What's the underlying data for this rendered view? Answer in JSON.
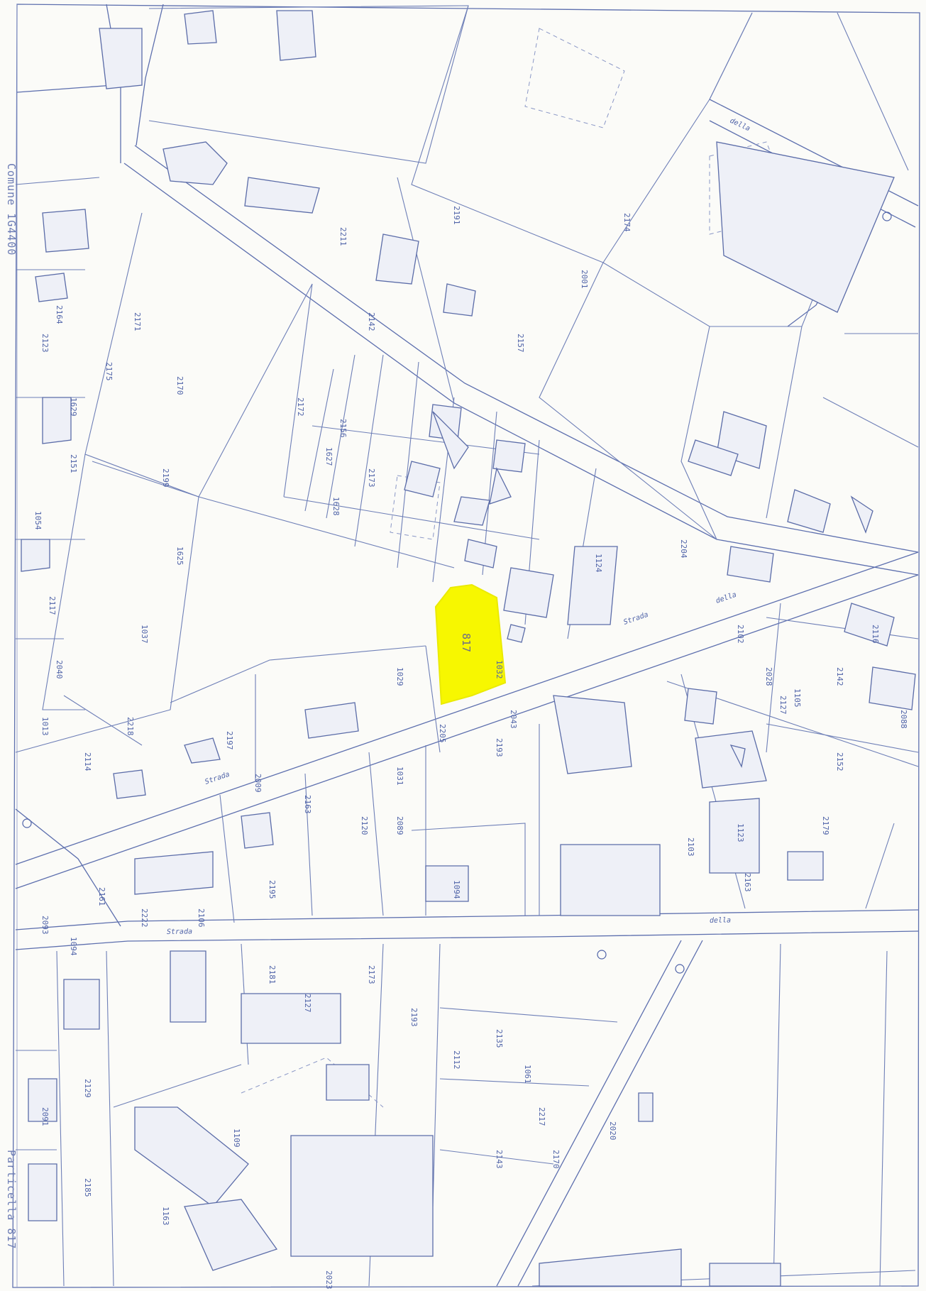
{
  "map": {
    "side_labels": {
      "left_upper": "Comune 1G4400",
      "left_lower": "Particella 817"
    },
    "highlighted_parcel": {
      "label": "817",
      "color": "#f7f700"
    },
    "street_labels": [
      "Strada",
      "Strada",
      "Strada",
      "della",
      "della",
      "della"
    ],
    "parcel_numbers": [
      "2171",
      "2170",
      "2199",
      "1625",
      "1037",
      "2172",
      "2142",
      "2156",
      "1627",
      "1628",
      "2173",
      "2191",
      "2001",
      "2174",
      "2157",
      "2151",
      "1629",
      "2175",
      "2211",
      "2123",
      "2164",
      "1054",
      "2117",
      "2040",
      "1013",
      "2114",
      "2218",
      "2197",
      "2009",
      "2163",
      "2120",
      "2089",
      "1031",
      "1029",
      "2205",
      "2193",
      "2043",
      "1032",
      "1124",
      "2204",
      "2102",
      "2028",
      "1105",
      "2142",
      "2116",
      "2152",
      "2088",
      "2127",
      "1123",
      "2179",
      "2163",
      "2103",
      "1094",
      "2195",
      "2106",
      "2222",
      "2161",
      "1094",
      "2093",
      "2181",
      "2127",
      "2173",
      "2193",
      "2112",
      "2135",
      "1061",
      "2217",
      "2143",
      "2170",
      "2020",
      "1109",
      "1163",
      "2129",
      "2185",
      "2091",
      "2023"
    ],
    "map_colors": {
      "line": "#6e7fb7",
      "paper": "#fbfbf8",
      "highlight": "#f7f700"
    }
  }
}
